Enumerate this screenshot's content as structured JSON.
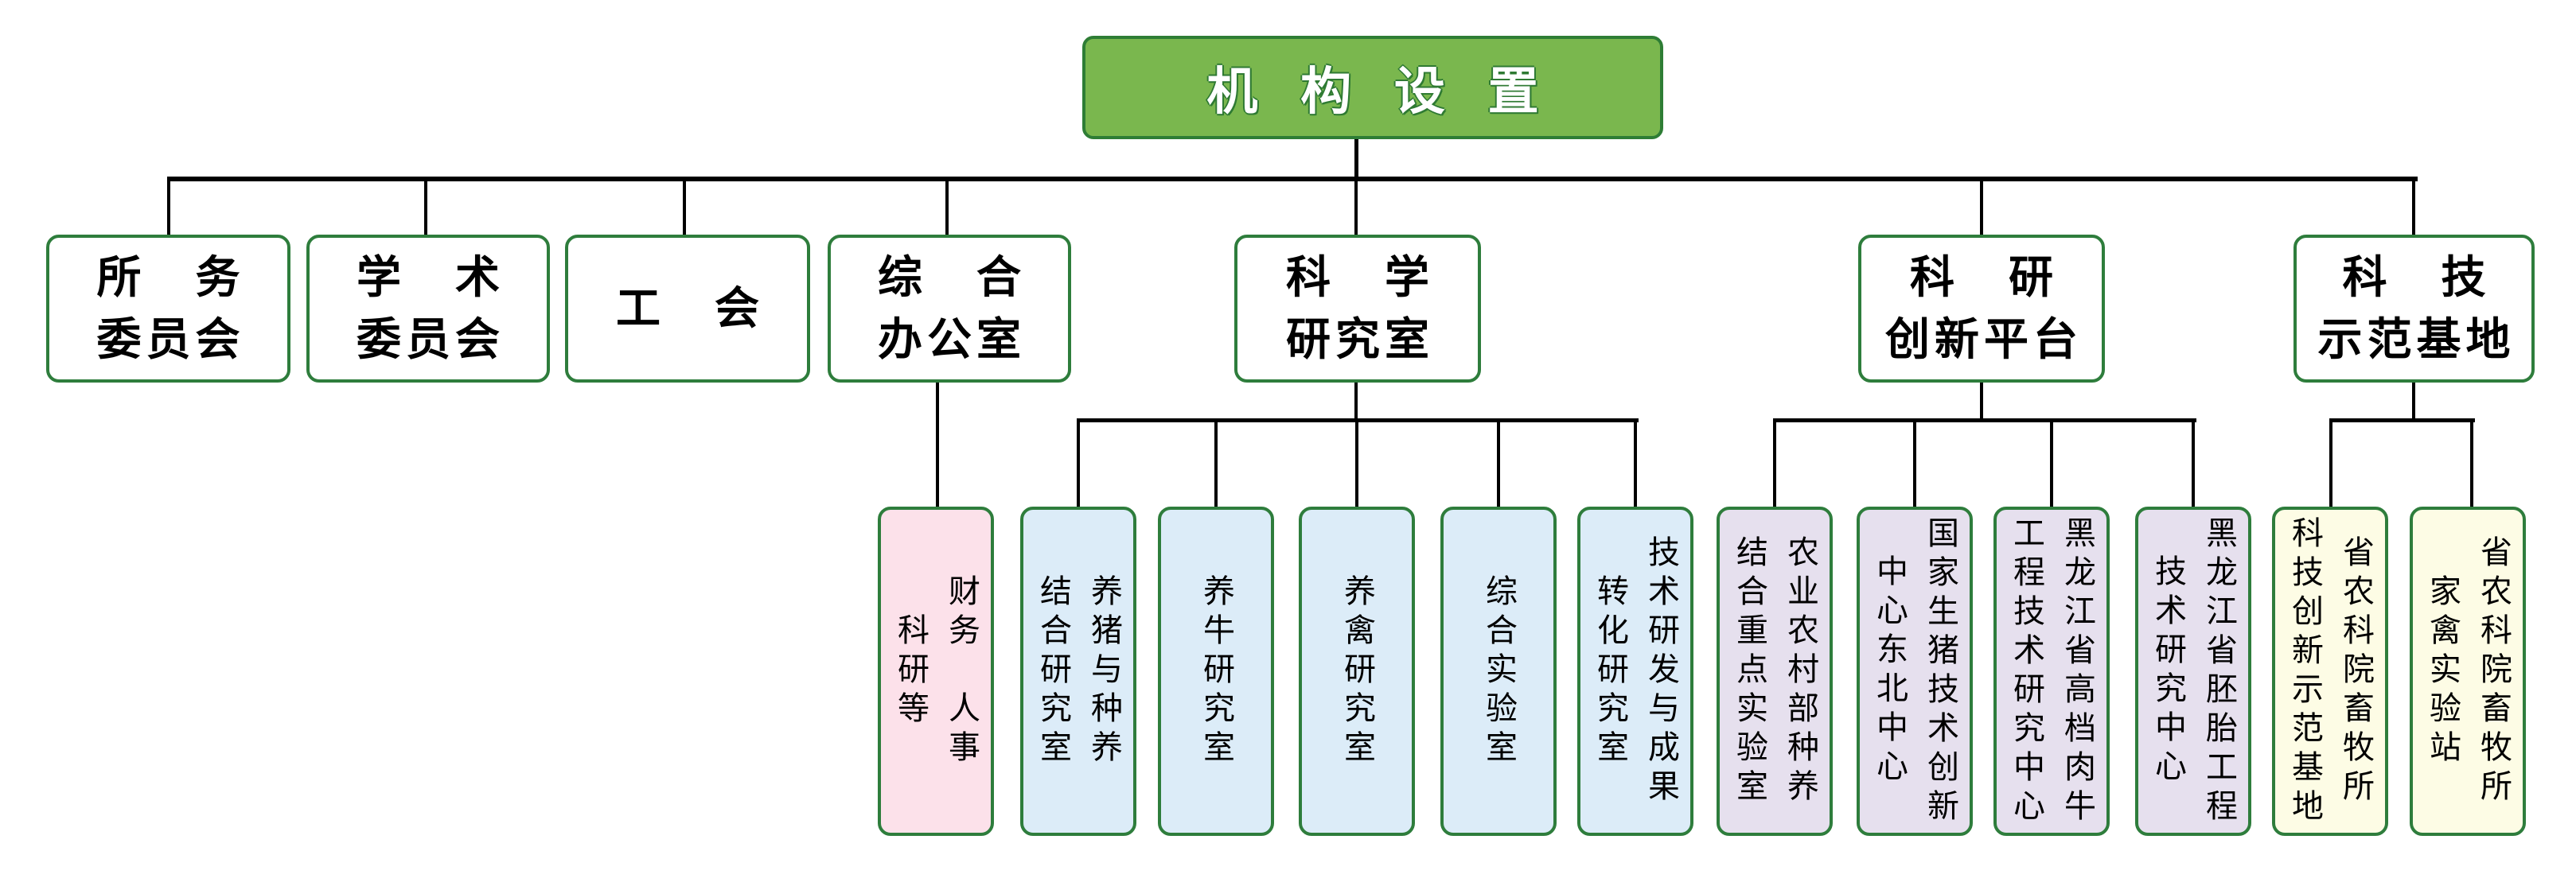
{
  "title": "机 构 设 置",
  "colors": {
    "header_fill": "#7ab74e",
    "header_border": "#2e7d35",
    "box_border": "#2e7d3c",
    "pink_fill": "#fce1ea",
    "blue_fill": "#dcecf8",
    "purple_fill": "#e6e0ee",
    "yellow_fill": "#fdfce5",
    "connector": "#000000",
    "text": "#000000",
    "title_text": "#ffffff"
  },
  "level2": [
    {
      "lines": [
        "所　务",
        "委员会"
      ]
    },
    {
      "lines": [
        "学　术",
        "委员会"
      ]
    },
    {
      "lines": [
        "工　会"
      ]
    },
    {
      "lines": [
        "综　合",
        "办公室"
      ]
    },
    {
      "lines": [
        "科　学",
        "研究室"
      ]
    },
    {
      "lines": [
        "科　研",
        "创新平台"
      ]
    },
    {
      "lines": [
        "科　技",
        "示范基地"
      ]
    }
  ],
  "level3": [
    {
      "parent": "综合办公室",
      "full_text": "财务 人事 科研等",
      "columns": [
        "财务　人事",
        "科研等"
      ]
    },
    {
      "parent": "科学研究室",
      "full_text": "养猪与种养结合研究室",
      "columns": [
        "养猪与种养",
        "结合研究室"
      ]
    },
    {
      "parent": "科学研究室",
      "full_text": "养牛研究室",
      "columns": [
        "养牛研究室"
      ]
    },
    {
      "parent": "科学研究室",
      "full_text": "养禽研究室",
      "columns": [
        "养禽研究室"
      ]
    },
    {
      "parent": "科学研究室",
      "full_text": "综合实验室",
      "columns": [
        "综合实验室"
      ]
    },
    {
      "parent": "科学研究室",
      "full_text": "技术研发与成果转化研究室",
      "columns": [
        "技术研发与成果",
        "转化研究室"
      ]
    },
    {
      "parent": "科研创新平台",
      "full_text": "农业农村部种养结合重点实验室",
      "columns": [
        "农业农村部种养",
        "结合重点实验室"
      ]
    },
    {
      "parent": "科研创新平台",
      "full_text": "国家生猪技术创新中心东北中心",
      "columns": [
        "国家生猪技术创新",
        "中心东北中心"
      ]
    },
    {
      "parent": "科研创新平台",
      "full_text": "黑龙江省高档肉牛工程技术研究中心",
      "columns": [
        "黑龙江省高档肉牛",
        "工程技术研究中心"
      ]
    },
    {
      "parent": "科研创新平台",
      "full_text": "黑龙江省胚胎工程技术研究中心",
      "columns": [
        "黑龙江省胚胎工程",
        "技术研究中心"
      ]
    },
    {
      "parent": "科技示范基地",
      "full_text": "省农科院畜牧所科技创新示范基地",
      "columns": [
        "省农科院畜牧所",
        "科技创新示范基地"
      ]
    },
    {
      "parent": "科技示范基地",
      "full_text": "省农科院畜牧所家禽实验站",
      "columns": [
        "省农科院畜牧所",
        "家禽实验站"
      ]
    }
  ]
}
